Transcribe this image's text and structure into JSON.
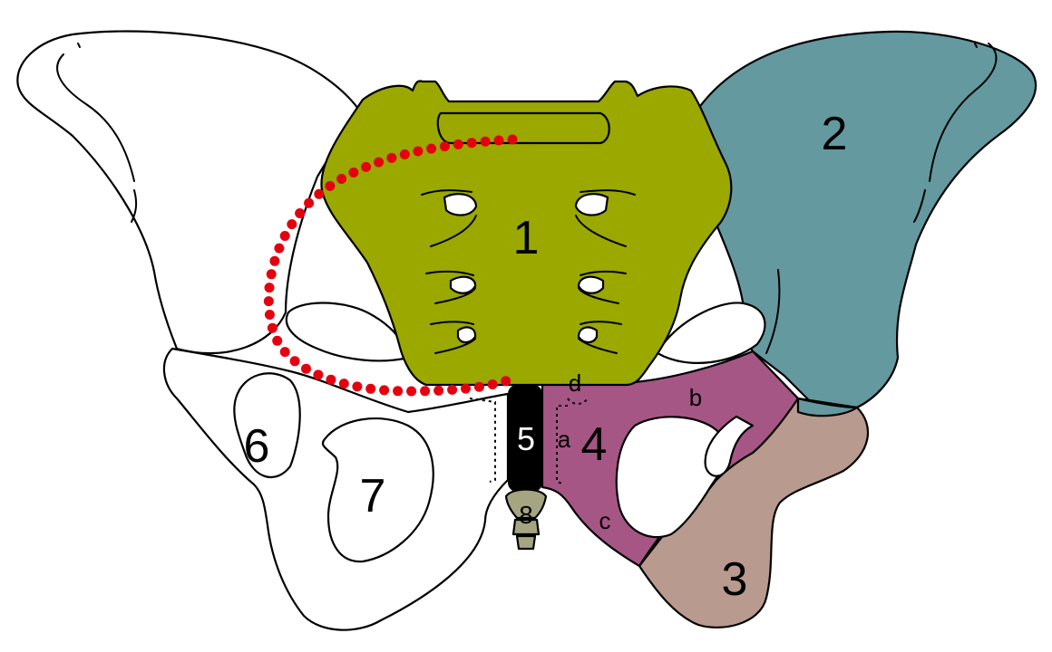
{
  "labels": {
    "sacrum": "1",
    "ilium": "2",
    "ischium": "3",
    "pubis": "4",
    "symphysis": "5",
    "acetabulum": "6",
    "obturator_foramen": "7",
    "coccyx": "8",
    "sub_a": "a",
    "sub_b": "b",
    "sub_c": "c",
    "sub_d": "d"
  },
  "colors": {
    "sacrum": "#9aa800",
    "ilium": "#63999f",
    "ischium": "#b89a8e",
    "pubis": "#a65684",
    "symphysis": "#000000",
    "coccyx": "#a5a582",
    "pelvic_brim_dots": "#e5000f",
    "outline": "#000000",
    "left_bone": "#ffffff"
  }
}
